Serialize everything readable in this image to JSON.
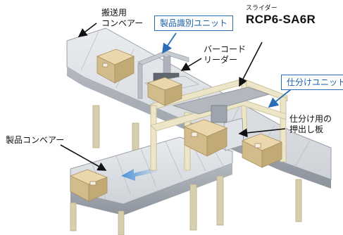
{
  "labels": {
    "transport_conveyor_line1": "搬送用",
    "transport_conveyor_line2": "コンベアー",
    "product_id_unit": "製品識別ユニット",
    "barcode_reader_line1": "バーコード",
    "barcode_reader_line2": "リーダー",
    "slider_caption": "スライダー",
    "slider_model": "RCP6-SA6R",
    "sorting_unit": "仕分けユニット",
    "push_plate_line1": "仕分け用の",
    "push_plate_line2": "押出し板",
    "product_conveyor": "製品コンベアー"
  },
  "colors": {
    "callout_border": "#2a6fb6",
    "callout_text": "#1d62a8",
    "frame_cream": "#e8e0c0",
    "conveyor_gray": "#c9ccd2",
    "box_cardboard": "#d9c49a",
    "flow_arrow": "#4a90d9"
  }
}
